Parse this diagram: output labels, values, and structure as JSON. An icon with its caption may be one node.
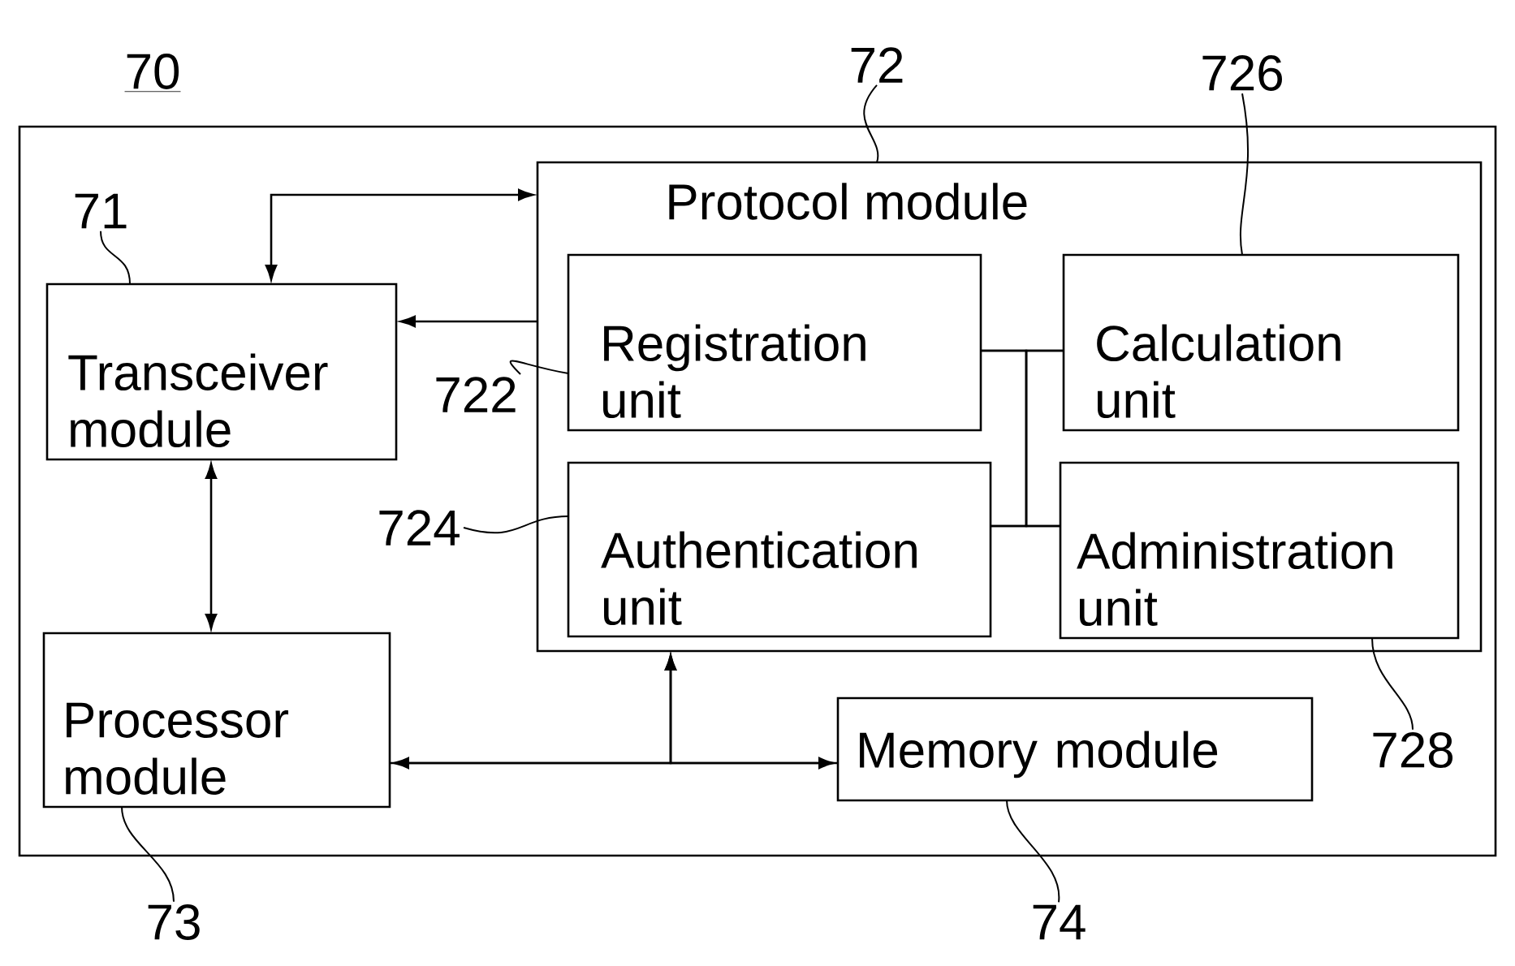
{
  "diagram": {
    "nodes": [
      {
        "text": [],
        "shape": "box"
      },
      {
        "text": [
          "Transceiver module"
        ],
        "in": 0
      },
      {
        "text": [
          "Protocol module"
        ],
        "in": 0
      },
      {
        "text": [
          "Registration unit"
        ],
        "in": 2
      },
      {
        "text": [
          "Calculation unit"
        ],
        "in": 2
      },
      {
        "text": [
          "Authentication unit"
        ],
        "in": 2
      },
      {
        "text": [
          "Administration unit"
        ],
        "in": 2
      },
      {
        "text": [
          "Processor module"
        ],
        "in": 0
      },
      {
        "text": [
          "Memory module"
        ],
        "in": 0
      },
      {
        "text": [
          "72"
        ]
      },
      {
        "text": [
          "726"
        ]
      },
      {
        "text": [
          "71"
        ],
        "in": 0
      },
      {
        "text": [
          "722"
        ],
        "in": 0
      },
      {
        "text": [
          "724"
        ],
        "in": 0
      },
      {
        "text": [
          "728"
        ],
        "in": 0
      },
      {
        "text": [
          "73"
        ]
      },
      {
        "text": [
          "74"
        ]
      }
    ],
    "edges": [
      {
        "from": 1,
        "to": 2,
        "arrow": "both"
      },
      {
        "from": 2,
        "to": 1,
        "arrow": "to"
      },
      {
        "from": 1,
        "to": 7,
        "arrow": "both"
      },
      {
        "from": 7,
        "to": 8,
        "arrow": "both"
      },
      {
        "from": 7,
        "to": 2,
        "arrow": "to"
      },
      {
        "from": 8,
        "to": 2,
        "arrow": "to"
      },
      {
        "from": 3,
        "to": 4,
        "arrow": "none"
      },
      {
        "from": 3,
        "to": 6,
        "arrow": "none"
      },
      {
        "from": 5,
        "to": 4,
        "arrow": "none"
      },
      {
        "from": 5,
        "to": 6,
        "arrow": "none"
      },
      {
        "from": 9,
        "to": 2,
        "arrow": "none"
      },
      {
        "from": 10,
        "to": 4,
        "arrow": "none"
      },
      {
        "from": 11,
        "to": 1,
        "arrow": "none"
      },
      {
        "from": 12,
        "to": 3,
        "arrow": "none"
      },
      {
        "from": 13,
        "to": 5,
        "arrow": "none"
      },
      {
        "from": 14,
        "to": 6,
        "arrow": "none"
      },
      {
        "from": 15,
        "to": 7,
        "arrow": "none"
      },
      {
        "from": 16,
        "to": 8,
        "arrow": "none"
      }
    ],
    "labels": [
      "70"
    ]
  }
}
